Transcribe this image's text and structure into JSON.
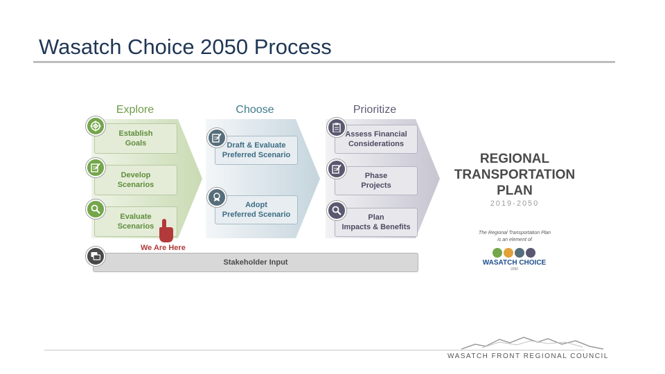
{
  "slide": {
    "title": "Wasatch Choice 2050 Process"
  },
  "columns": {
    "explore": "Explore",
    "choose": "Choose",
    "prioritize": "Prioritize"
  },
  "explore_steps": [
    {
      "label": "Establish\nGoals",
      "icon": "target-icon"
    },
    {
      "label": "Develop\nScenarios",
      "icon": "pencil-note-icon"
    },
    {
      "label": "Evaluate\nScenarios",
      "icon": "magnifier-icon"
    }
  ],
  "choose_steps": [
    {
      "label": "Draft & Evaluate\nPreferred Scenario",
      "icon": "pencil-note-icon"
    },
    {
      "label": "Adopt\nPreferred Scenario",
      "icon": "award-ribbon-icon"
    }
  ],
  "prioritize_steps": [
    {
      "label": "Assess Financial\nConsiderations",
      "icon": "clipboard-icon"
    },
    {
      "label": "Phase\nProjects",
      "icon": "pencil-note-icon"
    },
    {
      "label": "Plan\nImpacts & Benefits",
      "icon": "magnifier-icon"
    }
  ],
  "marker": {
    "label": "We Are Here",
    "icon": "pointing-hand-icon"
  },
  "stakeholder": {
    "label": "Stakeholder Input",
    "icon": "chat-bubbles-icon"
  },
  "rtp": {
    "title": "REGIONAL\nTRANSPORTATION\nPLAN",
    "years": "2019-2050",
    "note": "The Regional Transportation Plan\nis an element of",
    "logo_name": "WASATCH CHOICE",
    "logo_year": "2050"
  },
  "footer": {
    "org": "WASATCH FRONT REGIONAL COUNCIL"
  },
  "colors": {
    "explore": "#74a64a",
    "choose": "#566e7a",
    "prioritize": "#5a5870",
    "title": "#1f3655"
  }
}
